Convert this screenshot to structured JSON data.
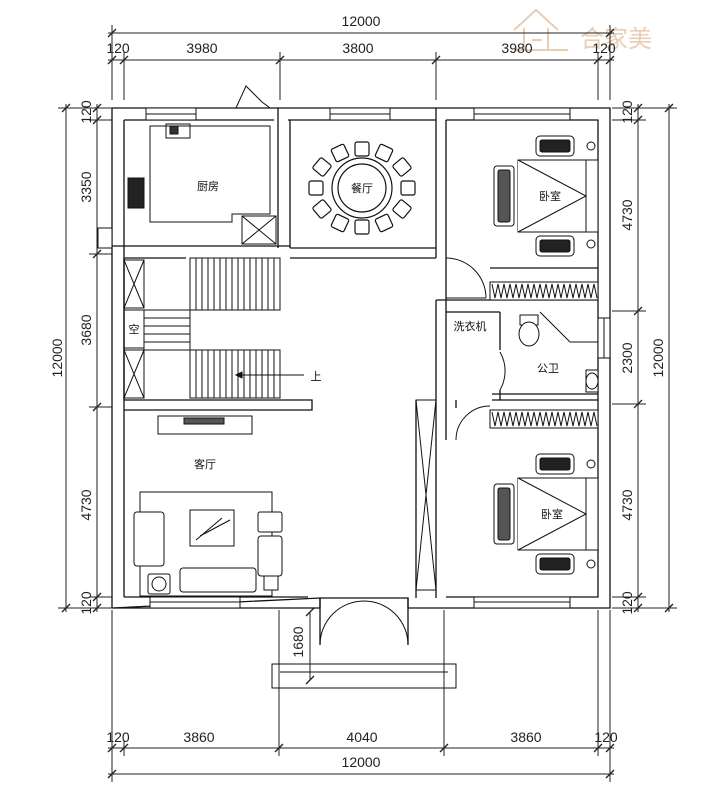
{
  "watermark": {
    "text": "合家美"
  },
  "dimensions": {
    "top_total": "12000",
    "top_segments": [
      "120",
      "3980",
      "3800",
      "3980",
      "120"
    ],
    "bottom_total": "12000",
    "bottom_segments": [
      "120",
      "3860",
      "4040",
      "3860",
      "120"
    ],
    "left_total": "12000",
    "left_segments": [
      "120",
      "3350",
      "3680",
      "4730",
      "120"
    ],
    "right_total": "12000",
    "right_segments": [
      "120",
      "4730",
      "2300",
      "4730",
      "120"
    ],
    "porch_depth": "1680"
  },
  "rooms": {
    "kitchen": "厨房",
    "dining": "餐厅",
    "bedroom_top": "卧室",
    "bedroom_bottom": "卧室",
    "laundry": "洗衣机",
    "bathroom": "公卫",
    "living": "客厅",
    "void": "空",
    "stair_up": "上"
  }
}
